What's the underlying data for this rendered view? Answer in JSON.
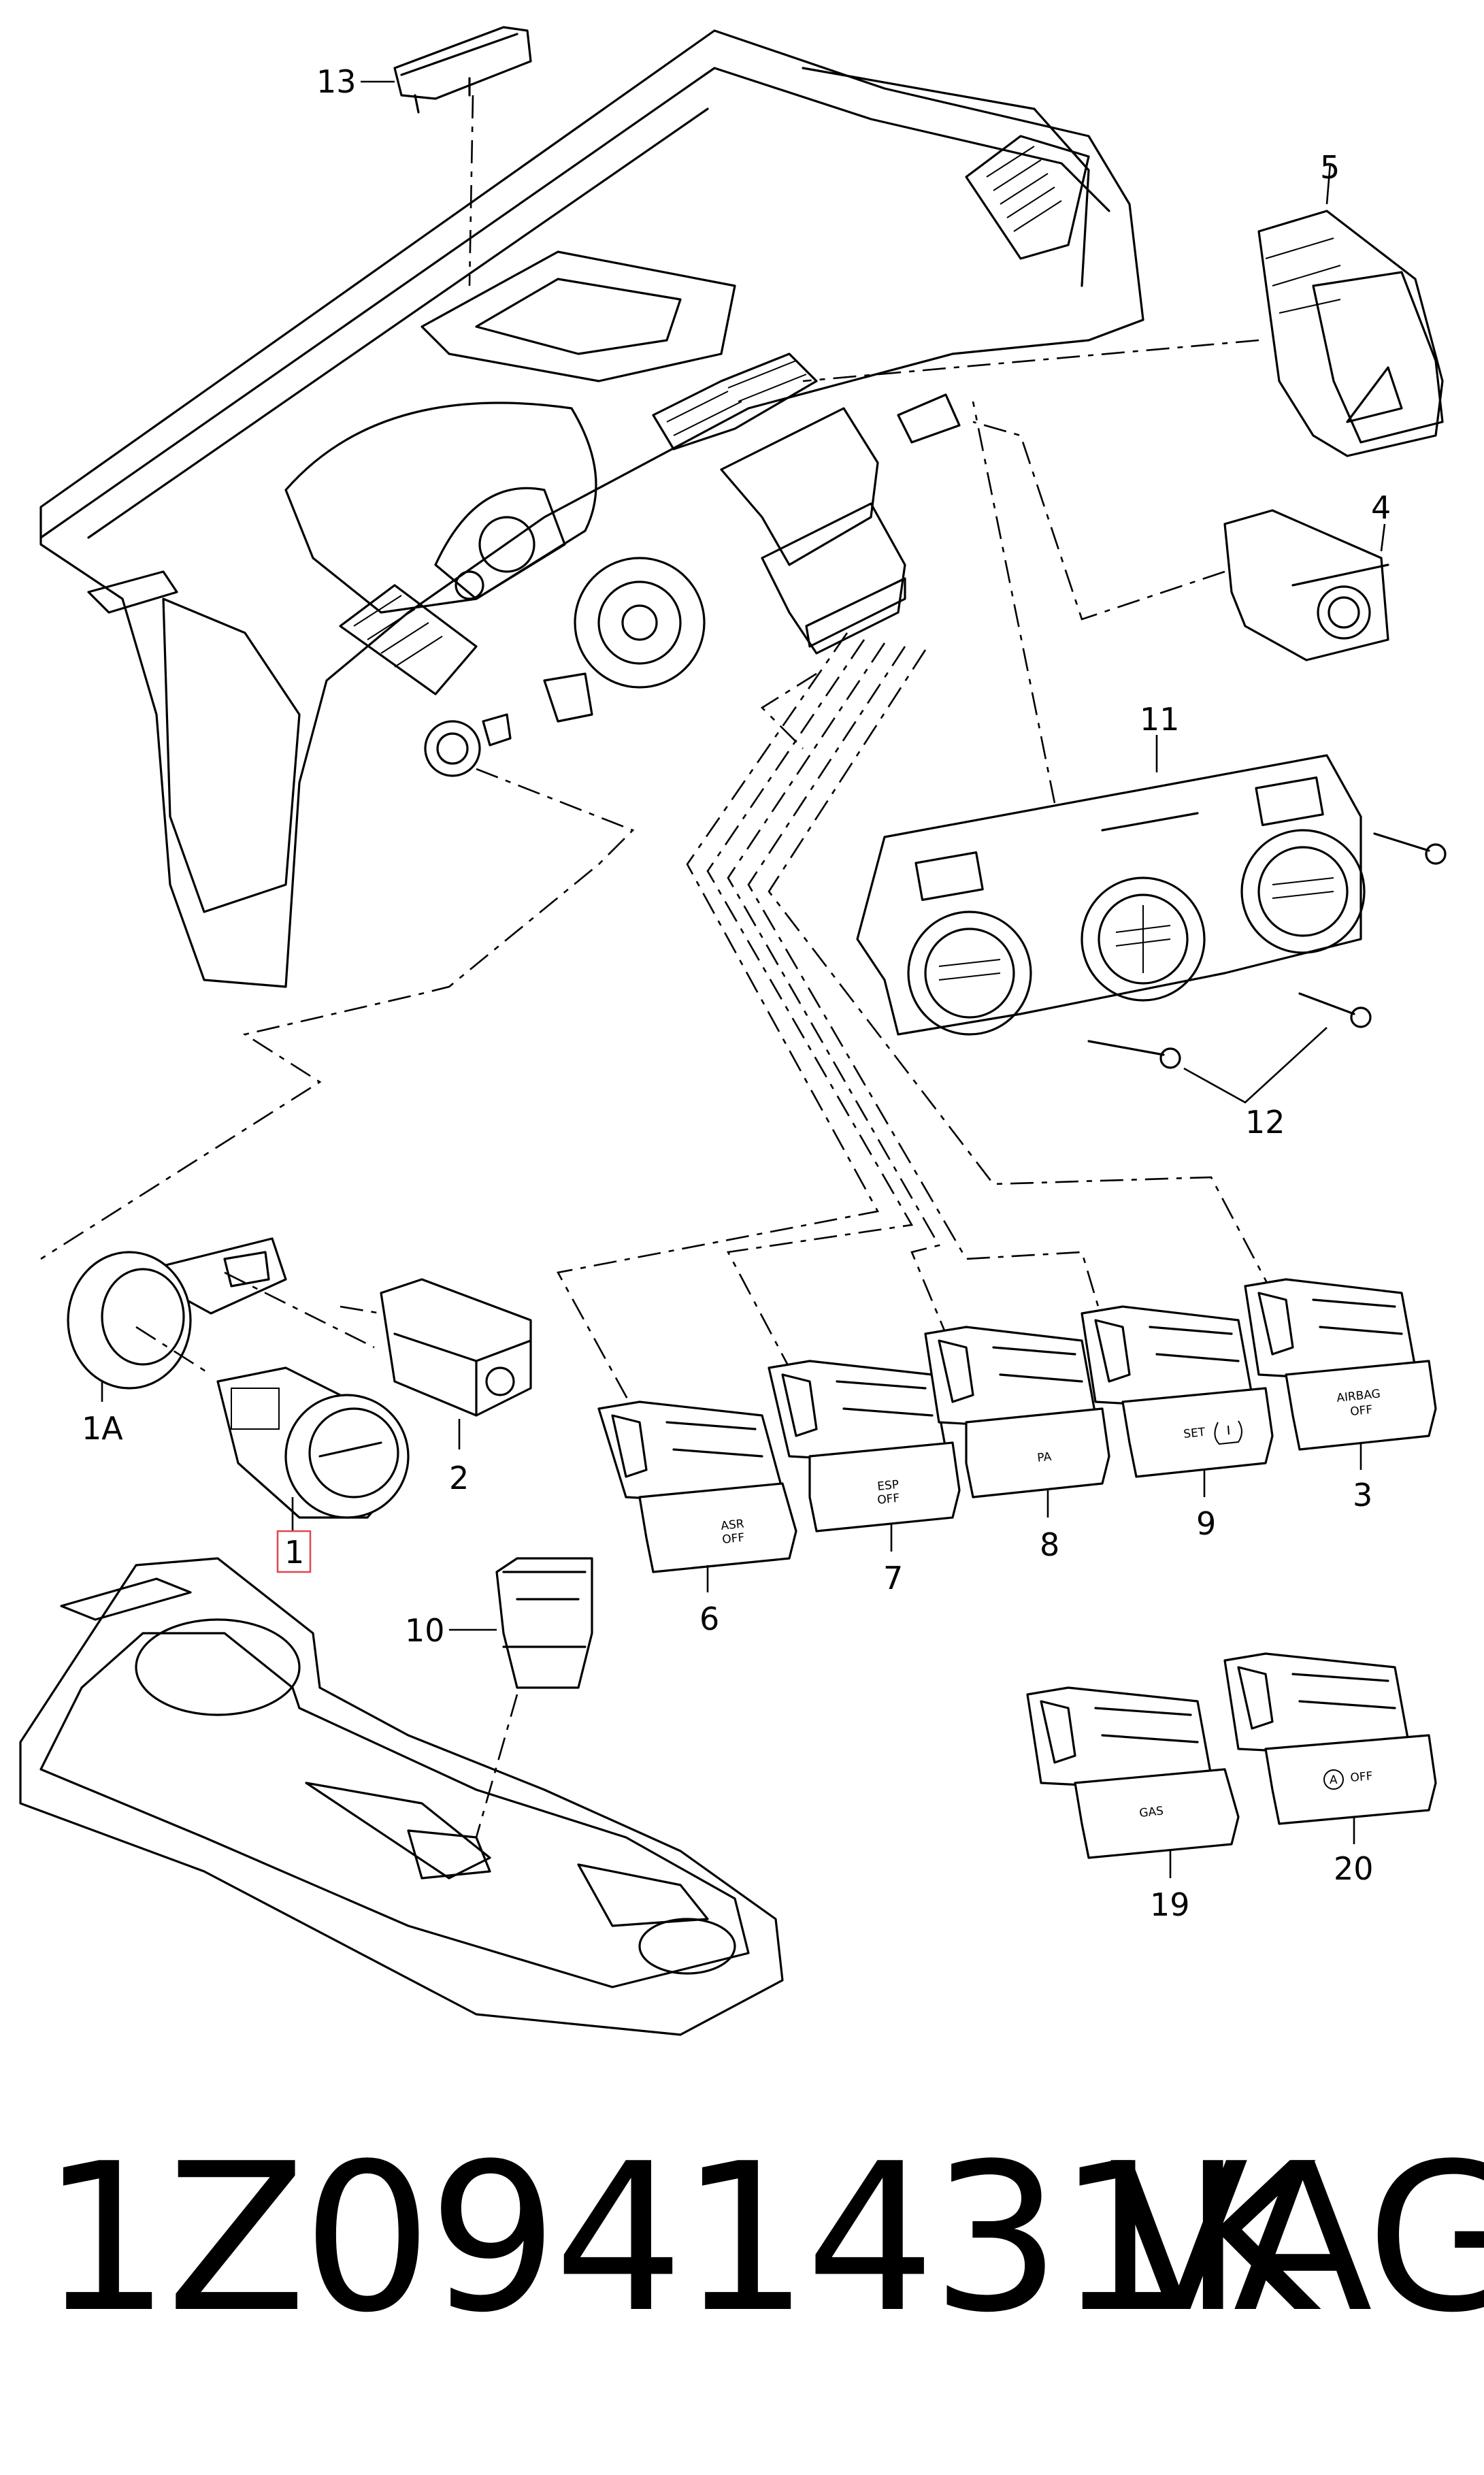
{
  "callouts": {
    "c13": "13",
    "c5": "5",
    "c4": "4",
    "c11": "11",
    "c12": "12",
    "c1A": "1A",
    "c2": "2",
    "c1": "1",
    "c10": "10",
    "c6": "6",
    "c7": "7",
    "c8": "8",
    "c9": "9",
    "c3": "3",
    "c19": "19",
    "c20": "20"
  },
  "button_labels": {
    "asr_l1": "ASR",
    "asr_l2": "OFF",
    "esp_l1": "ESP",
    "esp_l2": "OFF",
    "pa": "PA",
    "set": "SET",
    "airbag_l1": "AIRBAG",
    "airbag_l2": "OFF",
    "gas": "GAS",
    "a_off_icon": "A",
    "a_off_text": "OFF"
  },
  "footer": {
    "part_number": "1Z0941431K",
    "brand": "VAG"
  },
  "colors": {
    "line": "#000000",
    "background": "#ffffff",
    "highlight": "#e0474c"
  }
}
